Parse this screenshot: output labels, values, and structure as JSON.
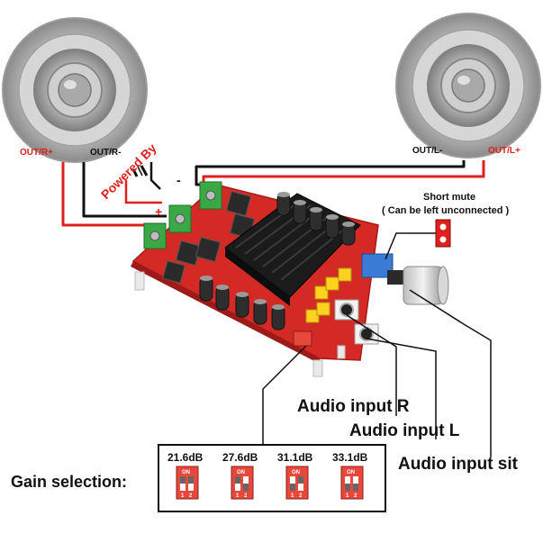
{
  "labels": {
    "out_r_plus": "OUT/R+",
    "out_r_minus": "OUT/R-",
    "out_l_minus": "OUT/L-",
    "out_l_plus": "OUT/L+",
    "powered_by": "Powered By",
    "plus_sign": "+",
    "minus_sign": "-",
    "short_mute": "Short mute",
    "can_be_left": "( Can be left unconnected )",
    "audio_input_r": "Audio input R",
    "audio_input_l": "Audio input L",
    "audio_input_sit": "Audio input sit",
    "gain_selection": "Gain selection:"
  },
  "gain_options": [
    {
      "db": "21.6dB",
      "on": "ON",
      "sw1": "1",
      "sw2": "2"
    },
    {
      "db": "27.6dB",
      "on": "ON",
      "sw1": "1",
      "sw2": "2"
    },
    {
      "db": "31.1dB",
      "on": "ON",
      "sw1": "1",
      "sw2": "2"
    },
    {
      "db": "33.1dB",
      "on": "ON",
      "sw1": "1",
      "sw2": "2"
    }
  ],
  "colors": {
    "wire_red": "#e0201e",
    "wire_black": "#111111",
    "pcb": "#d42a26",
    "heatsink": "#1b1b1b",
    "terminal_green": "#39a845",
    "dip_red": "#e8473c"
  }
}
